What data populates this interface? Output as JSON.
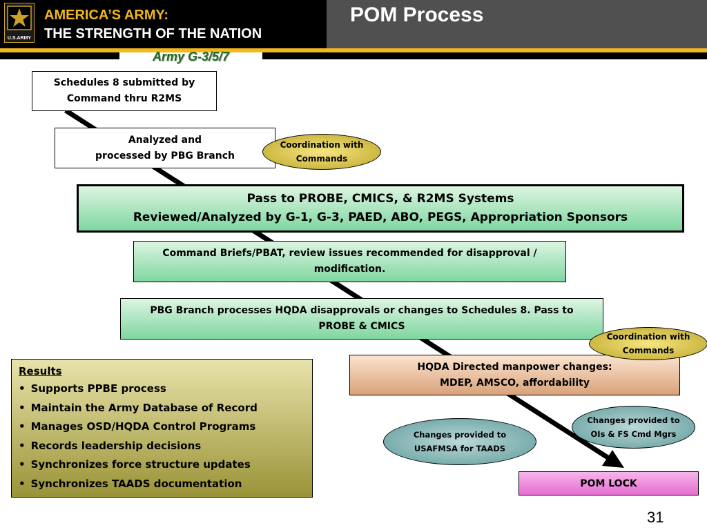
{
  "header": {
    "logo_text": "U.S.ARMY",
    "title_line1": "AMERICA’S ARMY:",
    "title_line2": "THE STRENGTH OF THE NATION",
    "page_title": "POM Process",
    "subtitle": "Army G-3/5/7"
  },
  "colors": {
    "header_gold": "#f2b81c",
    "header_gray": "#505050",
    "subtitle_green": "#1f6b1f"
  },
  "steps": [
    {
      "lines": [
        "Schedules 8 submitted by",
        "Command thru R2MS"
      ]
    },
    {
      "lines": [
        "Analyzed and",
        "processed by PBG Branch"
      ]
    },
    {
      "lines": [
        "Pass to PROBE, CMICS, & R2MS Systems",
        "Reviewed/Analyzed by G-1, G-3, PAED, ABO, PEGS, Appropriation Sponsors"
      ]
    },
    {
      "lines": [
        "Command Briefs/PBAT, review issues recommended for disapproval /",
        "modification."
      ]
    },
    {
      "lines": [
        "PBG Branch processes HQDA disapprovals or changes to Schedules 8.  Pass to",
        "PROBE & CMICS"
      ]
    },
    {
      "lines": [
        "HQDA Directed manpower changes:",
        "MDEP, AMSCO, affordability"
      ]
    },
    {
      "lines": [
        "POM LOCK"
      ]
    }
  ],
  "ovals": [
    {
      "lines": [
        "Coordination with",
        "Commands"
      ]
    },
    {
      "lines": [
        "Coordination with",
        "Commands"
      ]
    },
    {
      "lines": [
        "Changes provided to",
        "USAFMSA for TAADS"
      ]
    },
    {
      "lines": [
        "Changes provided to",
        "OIs & FS Cmd Mgrs"
      ]
    }
  ],
  "results": {
    "title": "Results",
    "items": [
      "Supports PPBE process",
      "Maintain the Army Database of Record",
      "Manages OSD/HQDA Control Programs",
      "Records leadership decisions",
      "Synchronizes force structure updates",
      "Synchronizes TAADS documentation"
    ]
  },
  "page_number": "31"
}
